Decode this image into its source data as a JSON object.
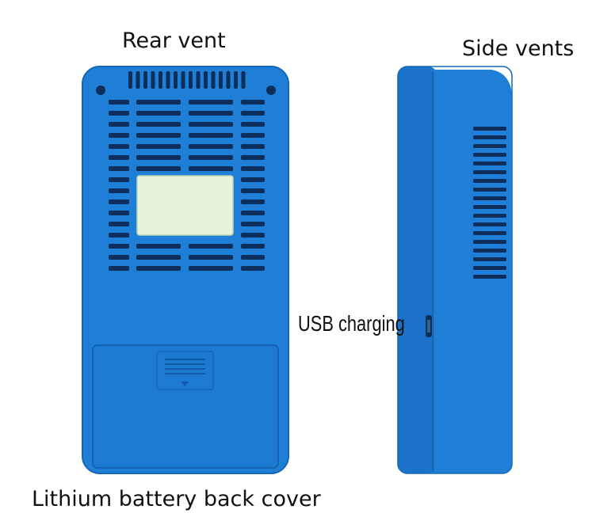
{
  "labels": {
    "rear_vent": "Rear vent",
    "side_vents": "Side vents",
    "usb_charging": "USB charging",
    "battery_cover": "Lithium battery back cover"
  },
  "colors": {
    "device_blue": "#1f7fd6",
    "device_edge": "#1566b8",
    "device_shadow": "#0f5aa8",
    "vent_slot": "#0b2e5a",
    "sticker": "#e6f3df"
  }
}
